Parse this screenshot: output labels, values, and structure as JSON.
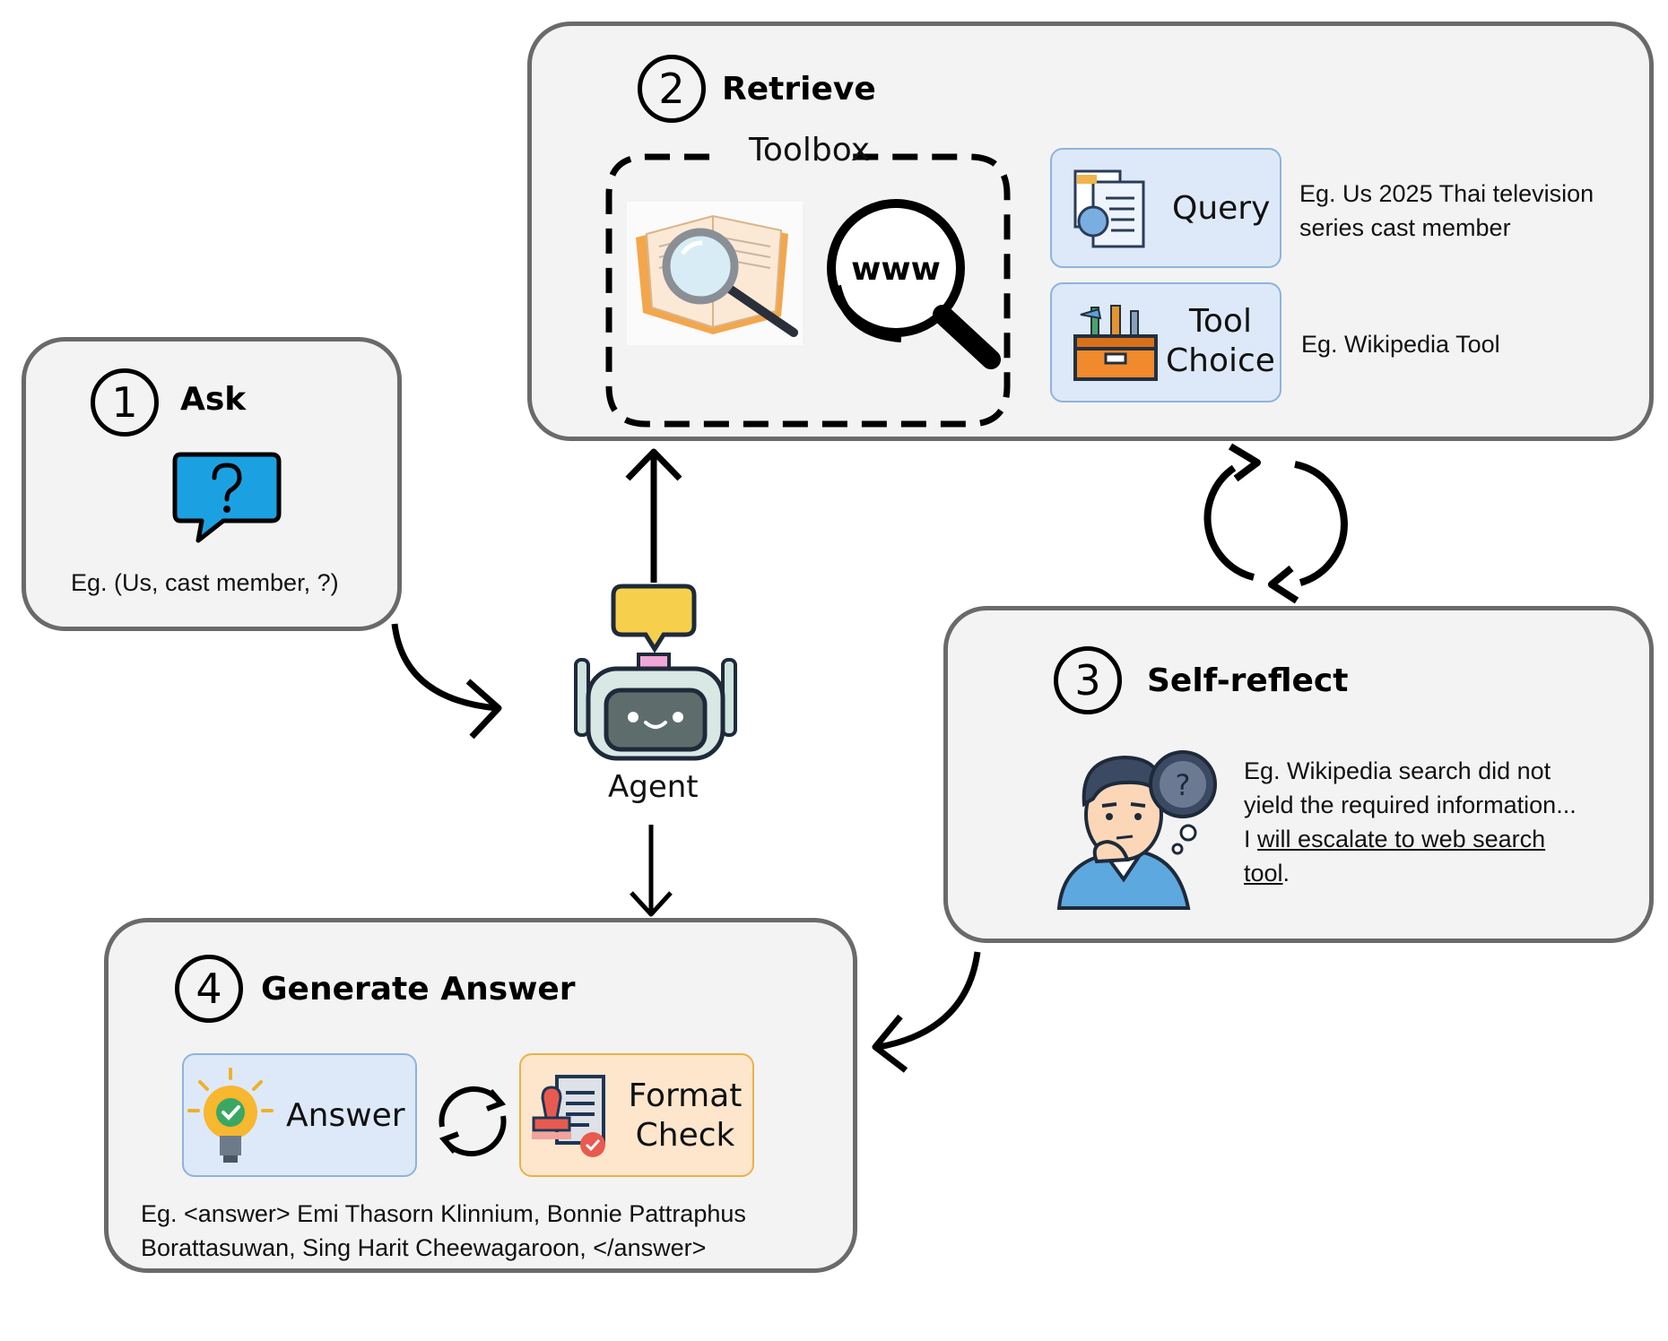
{
  "ask": {
    "number": "1",
    "title": "Ask",
    "example": "Eg.  (Us, cast member, ?)"
  },
  "retrieve": {
    "number": "2",
    "title": "Retrieve",
    "toolbox_label": "Toolbox",
    "www_label": "www",
    "query": {
      "label": "Query",
      "example": "Eg. Us 2025 Thai television series cast member"
    },
    "tool_choice": {
      "label_line1": "Tool",
      "label_line2": "Choice",
      "example": "Eg. Wikipedia Tool"
    }
  },
  "self_reflect": {
    "number": "3",
    "title": "Self-reflect",
    "example_plain": "Eg. Wikipedia search did not yield the required information... I ",
    "example_underlined": "will escalate to web search tool",
    "example_end": "."
  },
  "generate": {
    "number": "4",
    "title": "Generate Answer",
    "answer_label": "Answer",
    "format_line1": "Format",
    "format_line2": "Check",
    "example_line1": "Eg. <answer> Emi Thasorn Klinnium, Bonnie Pattraphus",
    "example_line2": "Borattasuwan, Sing Harit Cheewagaroon, </answer>"
  },
  "agent": {
    "label": "Agent"
  },
  "colors": {
    "panel_bg": "#f3f3f3",
    "panel_border": "#6a6a6a",
    "chip_blue": "#dde9f8",
    "chip_orange": "#fde6cc",
    "speech_bubble": "#1ba1e2",
    "robot_bubble": "#f6d04d"
  },
  "icons": [
    "question-bubble-icon",
    "book-magnifier-icon",
    "www-search-icon",
    "documents-icon",
    "toolbox-icon",
    "robot-agent-icon",
    "thinking-person-icon",
    "lightbulb-check-icon",
    "stamp-document-icon",
    "cycle-icon",
    "arrow-icon"
  ]
}
